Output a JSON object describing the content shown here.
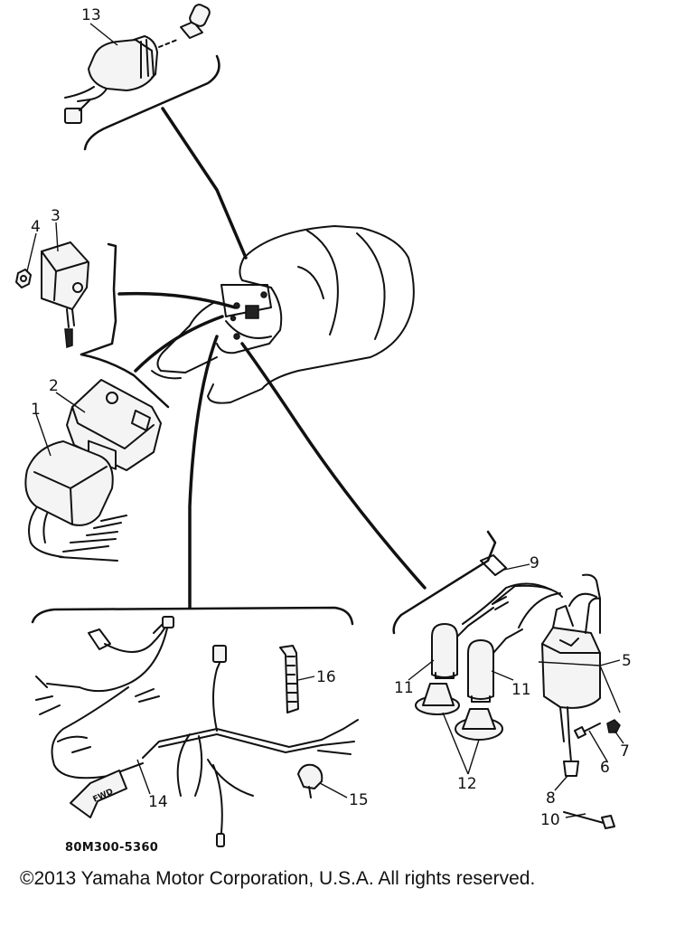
{
  "diagram": {
    "parts": [
      {
        "id": "13",
        "label": "13"
      },
      {
        "id": "4",
        "label": "4"
      },
      {
        "id": "3",
        "label": "3"
      },
      {
        "id": "2",
        "label": "2"
      },
      {
        "id": "1",
        "label": "1"
      },
      {
        "id": "9",
        "label": "9"
      },
      {
        "id": "5",
        "label": "5"
      },
      {
        "id": "11a",
        "label": "11"
      },
      {
        "id": "11b",
        "label": "11"
      },
      {
        "id": "7",
        "label": "7"
      },
      {
        "id": "6",
        "label": "6"
      },
      {
        "id": "12",
        "label": "12"
      },
      {
        "id": "8",
        "label": "8"
      },
      {
        "id": "10",
        "label": "10"
      },
      {
        "id": "16",
        "label": "16"
      },
      {
        "id": "14",
        "label": "14"
      },
      {
        "id": "15",
        "label": "15"
      }
    ],
    "fwd_label": "FWD",
    "reference_code": "80M300-5360"
  },
  "footer": {
    "copyright": "©2013 Yamaha Motor Corporation, U.S.A. All rights reserved."
  }
}
